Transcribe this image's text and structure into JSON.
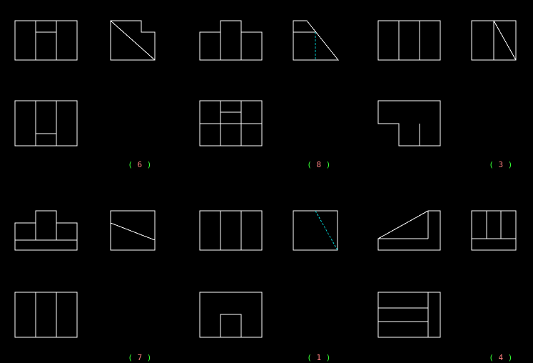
{
  "colors": {
    "background": "#000000",
    "line": "#ffffff",
    "hidden_line": "#00c8c8",
    "label_paren": "#33ff33",
    "label_number": "#ff8080"
  },
  "problems": [
    {
      "name": "problem-6",
      "label": {
        "open": "(",
        "number": "6",
        "close": ")"
      }
    },
    {
      "name": "problem-8",
      "label": {
        "open": "(",
        "number": "8",
        "close": ")"
      }
    },
    {
      "name": "problem-3",
      "label": {
        "open": "(",
        "number": "3",
        "close": ")"
      }
    },
    {
      "name": "problem-7",
      "label": {
        "open": "(",
        "number": "7",
        "close": ")"
      }
    },
    {
      "name": "problem-1",
      "label": {
        "open": "(",
        "number": "1",
        "close": ")"
      }
    },
    {
      "name": "problem-4",
      "label": {
        "open": "(",
        "number": "4",
        "close": ")"
      }
    }
  ]
}
